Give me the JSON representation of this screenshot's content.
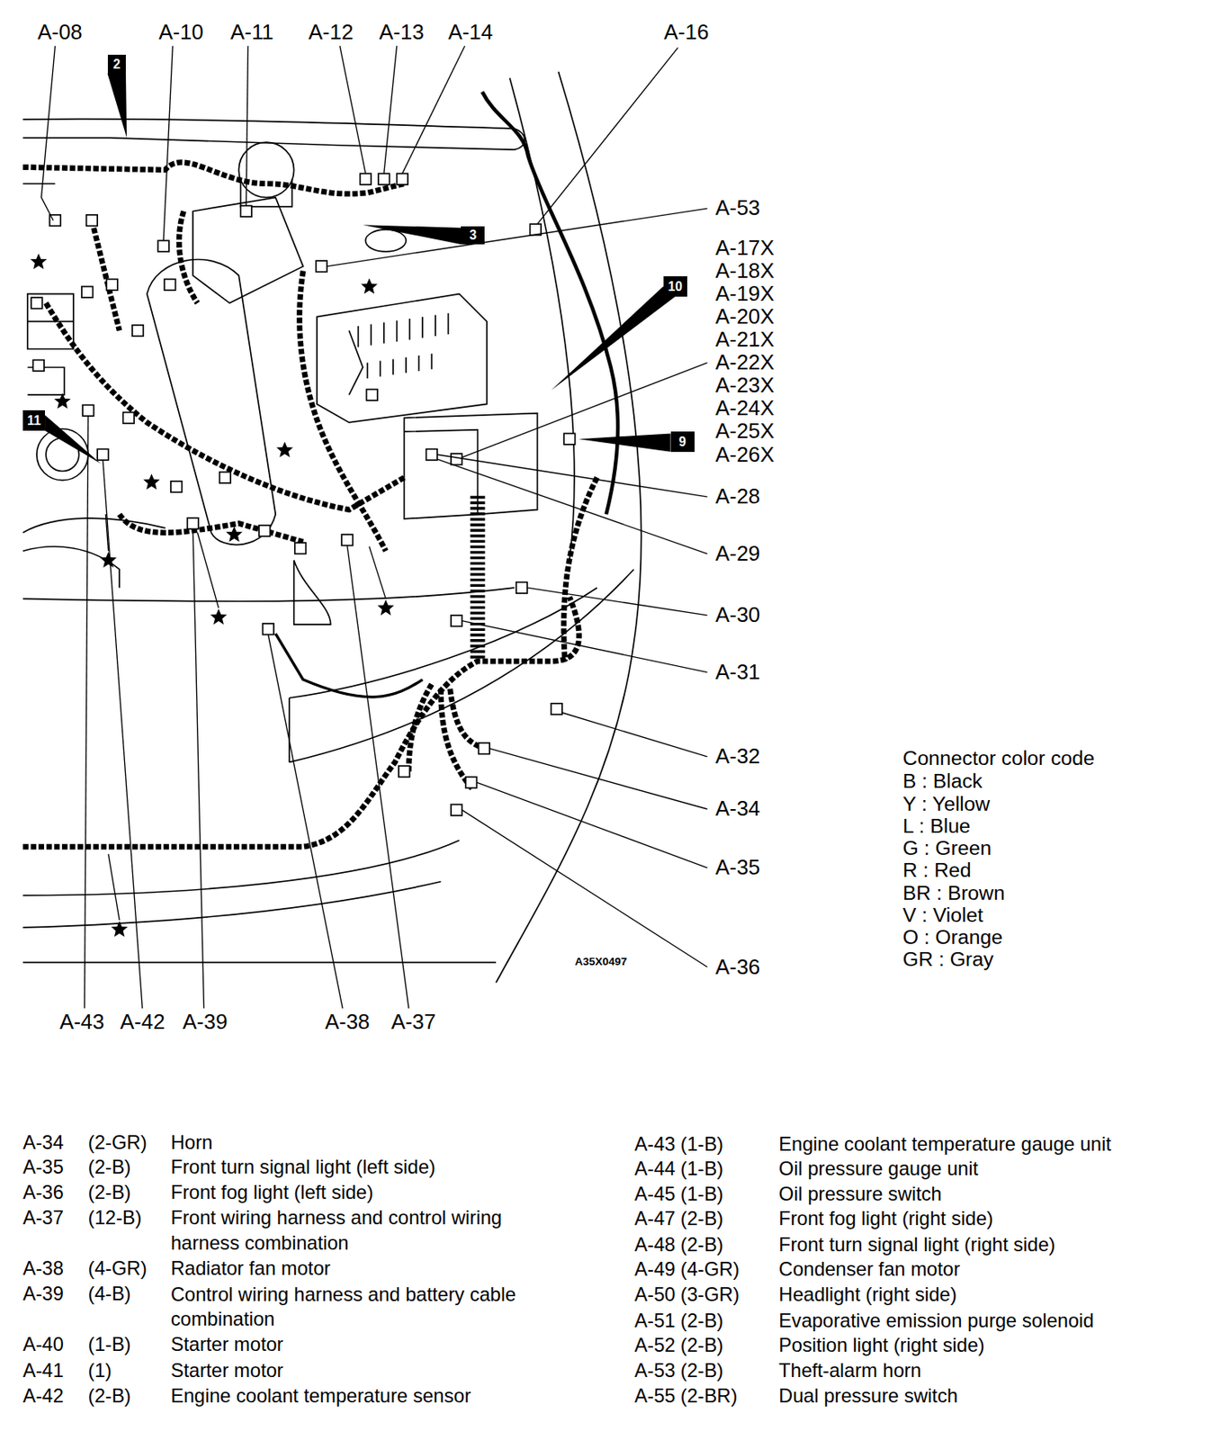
{
  "diagram": {
    "nodes": [
      {
        "text": [
          "2"
        ]
      },
      {
        "text": [
          "3"
        ]
      },
      {
        "text": [
          "10"
        ]
      },
      {
        "text": [
          "9"
        ]
      },
      {
        "text": [
          "11"
        ]
      }
    ],
    "labels": [
      "A-08",
      "A-10",
      "A-11",
      "A-12",
      "A-13",
      "A-14",
      "A-16",
      "A-53",
      "A-17X",
      "A-18X",
      "A-19X",
      "A-20X",
      "A-21X",
      "A-22X",
      "A-23X",
      "A-24X",
      "A-25X",
      "A-26X",
      "A-28",
      "A-29",
      "A-30",
      "A-31",
      "A-32",
      "A-34",
      "A-35",
      "A-36",
      "A-43",
      "A-42",
      "A-39",
      "A-38",
      "A-37",
      "A35X0497",
      "Connector color code",
      "B : Black",
      "Y : Yellow",
      "L : Blue",
      "G : Green",
      "R : Red",
      "BR : Brown",
      "V : Violet",
      "O : Orange",
      "GR : Gray",
      "A-34",
      "(2-GR)",
      "Horn",
      "A-35",
      "(2-B)",
      "Front turn signal light (left side)",
      "A-36",
      "(2-B)",
      "Front fog light (left side)",
      "A-37",
      "(12-B)",
      "Front wiring harness and control wiring harness combination",
      "A-38",
      "(4-GR)",
      "Radiator fan motor",
      "A-39",
      "(4-B)",
      "Control wiring harness and battery cable combination",
      "A-40",
      "(1-B)",
      "Starter motor",
      "A-41",
      "(1)",
      "Starter motor",
      "A-42",
      "(2-B)",
      "Engine coolant temperature sensor",
      "A-43",
      "(1-B)",
      "Engine coolant temperature gauge unit",
      "A-44",
      "(1-B)",
      "Oil pressure gauge unit",
      "A-45",
      "(1-B)",
      "Oil pressure switch",
      "A-47",
      "(2-B)",
      "Front fog light (right side)",
      "A-48",
      "(2-B)",
      "Front turn signal light (right side)",
      "A-49",
      "(4-GR)",
      "Condenser fan motor",
      "A-50",
      "(3-GR)",
      "Headlight (right side)",
      "A-51",
      "(2-B)",
      "Evaporative emission purge solenoid",
      "A-52",
      "(2-B)",
      "Position light (right side)",
      "A-53",
      "(2-B)",
      "Theft-alarm horn",
      "A-55",
      "(2-BR)",
      "Dual pressure switch"
    ]
  }
}
